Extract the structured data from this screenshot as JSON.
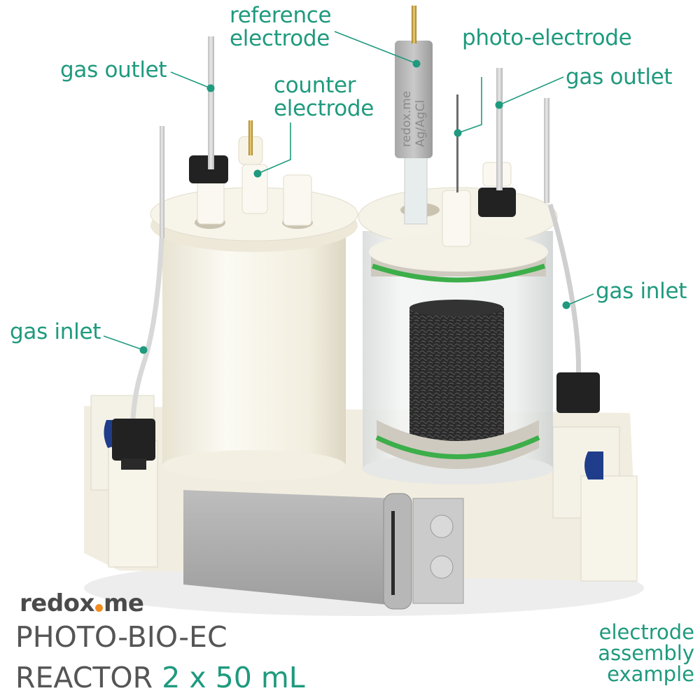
{
  "labels": {
    "reference_electrode": [
      "reference",
      "electrode"
    ],
    "counter_electrode": [
      "counter",
      "electrode"
    ],
    "photo_electrode": "photo-electrode",
    "gas_outlet_left": "gas outlet",
    "gas_outlet_right": "gas outlet",
    "gas_inlet_left": "gas inlet",
    "gas_inlet_right": "gas inlet"
  },
  "reference_electrode_marking": [
    "redox.me",
    "Ag/AgCl"
  ],
  "brand": {
    "before_dot": "redox",
    "after_dot": "me",
    "dot_color": "#f28c1e"
  },
  "title": {
    "line1": "PHOTO-BIO-EC",
    "line2_prefix": "REACTOR",
    "line2_accent": "2 x 50 mL"
  },
  "note": [
    "electrode",
    "assembly",
    "example"
  ],
  "colors": {
    "accent": "#1f9a7e",
    "text_dark": "#555555",
    "body_cream": "#f4f1e6",
    "oring_green": "#3cae4a",
    "cap_black": "#222222",
    "clamp_steel": "#a9a9a9"
  }
}
